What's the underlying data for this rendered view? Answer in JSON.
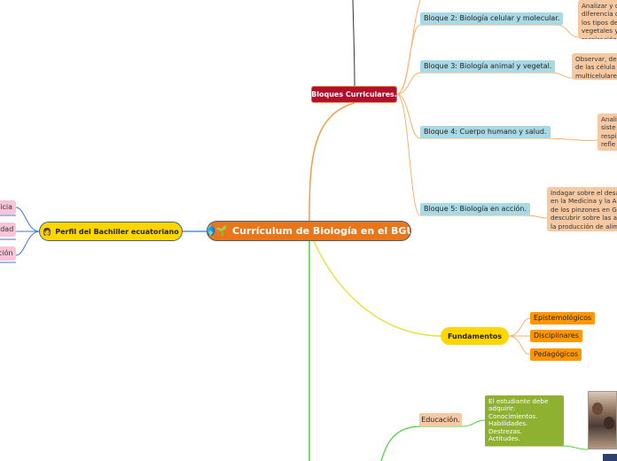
{
  "central": {
    "icon": "globe-plant-icon",
    "icon_glyph": "🌎",
    "icon2_glyph": "🌱",
    "title": "Currículum de Biología en el BGU"
  },
  "bloques": {
    "label": "Bloques Curriculares."
  },
  "blocks": [
    {
      "label": "Bloque 2: Biología celular y molecular."
    },
    {
      "label": "Bloque 3: Biología animal y vegetal."
    },
    {
      "label": "Bloque 4: Cuerpo humano y salud."
    },
    {
      "label": "Bloque 5: Biología en acción."
    }
  ],
  "descriptions": [
    {
      "text": "Analizar y c\ndiferencia c\nlos tipos de\nvegetales y\nrespiración"
    },
    {
      "text": "Observar, des\nde las célula\nmulticelulare"
    },
    {
      "text": "Anali\nsiste\nrespi\nrefle"
    },
    {
      "text": "Indagar sobre el desa\nen la Medicina y la Ag\nde los pinzones en Ga\ndescubrir sobre las ap\nla producción de alim"
    }
  ],
  "perfil": {
    "icon": "person-icon",
    "icon_glyph": "👩",
    "label": "Perfil del Bachiller ecuatoriano"
  },
  "perfil_leaves": [
    {
      "label": "icia"
    },
    {
      "label": "idad"
    },
    {
      "label": "ción"
    }
  ],
  "fundamentos": {
    "label": "Fundamentos",
    "items": [
      "Epistemológicos",
      "Disciplinares",
      "Pedagógicos"
    ]
  },
  "educacion": {
    "label": "Educación.",
    "detail": "El estudiante debe adquirir:\nConocimientos.\nHabilidades.\nDestrezas.\nActitudes."
  },
  "colors": {
    "orange": "#e8761b",
    "red": "#b0102d",
    "yellow": "#ffd600",
    "blue_line": "#3f78c9",
    "green_line": "#4cd137",
    "light_orange_line": "#f6b26b",
    "yellow_line": "#e6e24a"
  }
}
